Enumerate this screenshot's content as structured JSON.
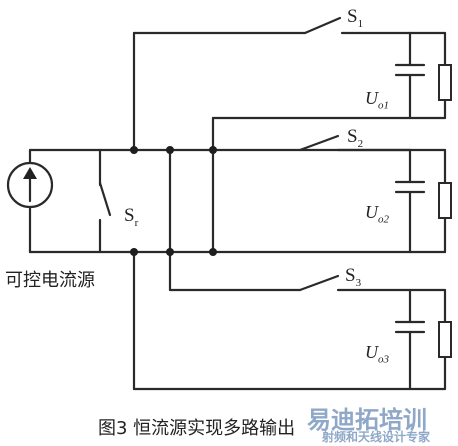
{
  "diagram": {
    "source_label": "可控电流源",
    "bypass_switch": {
      "letter": "S",
      "subscript": "r"
    },
    "switches": [
      {
        "letter": "S",
        "subscript": "1"
      },
      {
        "letter": "S",
        "subscript": "2"
      },
      {
        "letter": "S",
        "subscript": "3"
      }
    ],
    "outputs": [
      {
        "letter": "U",
        "subscript": "o1"
      },
      {
        "letter": "U",
        "subscript": "o2"
      },
      {
        "letter": "U",
        "subscript": "o3"
      }
    ]
  },
  "caption": "图3  恒流源实现多路输出",
  "watermark": {
    "main": "易迪拓培训",
    "sub": "射频和天线设计专家"
  }
}
